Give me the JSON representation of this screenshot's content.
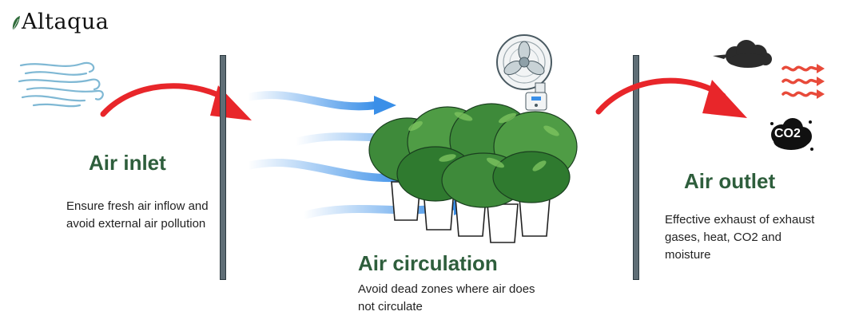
{
  "brand": {
    "logo_text": "Altaqua"
  },
  "sections": {
    "inlet": {
      "title": "Air inlet",
      "description": "Ensure fresh air inflow and avoid external air pollution"
    },
    "circulation": {
      "title": "Air circulation",
      "description": "Avoid dead zones where air does not circulate"
    },
    "outlet": {
      "title": "Air outlet",
      "description": "Effective exhaust of exhaust gases, heat, CO2 and moisture"
    }
  },
  "icons": {
    "co2_badge": "CO2",
    "wind": "wind-icon",
    "fan": "wall-fan-icon",
    "plants": "potted-plants",
    "smoke": "smoke-cloud-icon",
    "heat": "heat-waves-icon"
  },
  "colors": {
    "heading": "#2e5e3c",
    "arrow_red": "#e8262a",
    "airflow_blue": "#3a8fe8",
    "wall": "#5f6e76",
    "heat": "#e84a3a"
  }
}
